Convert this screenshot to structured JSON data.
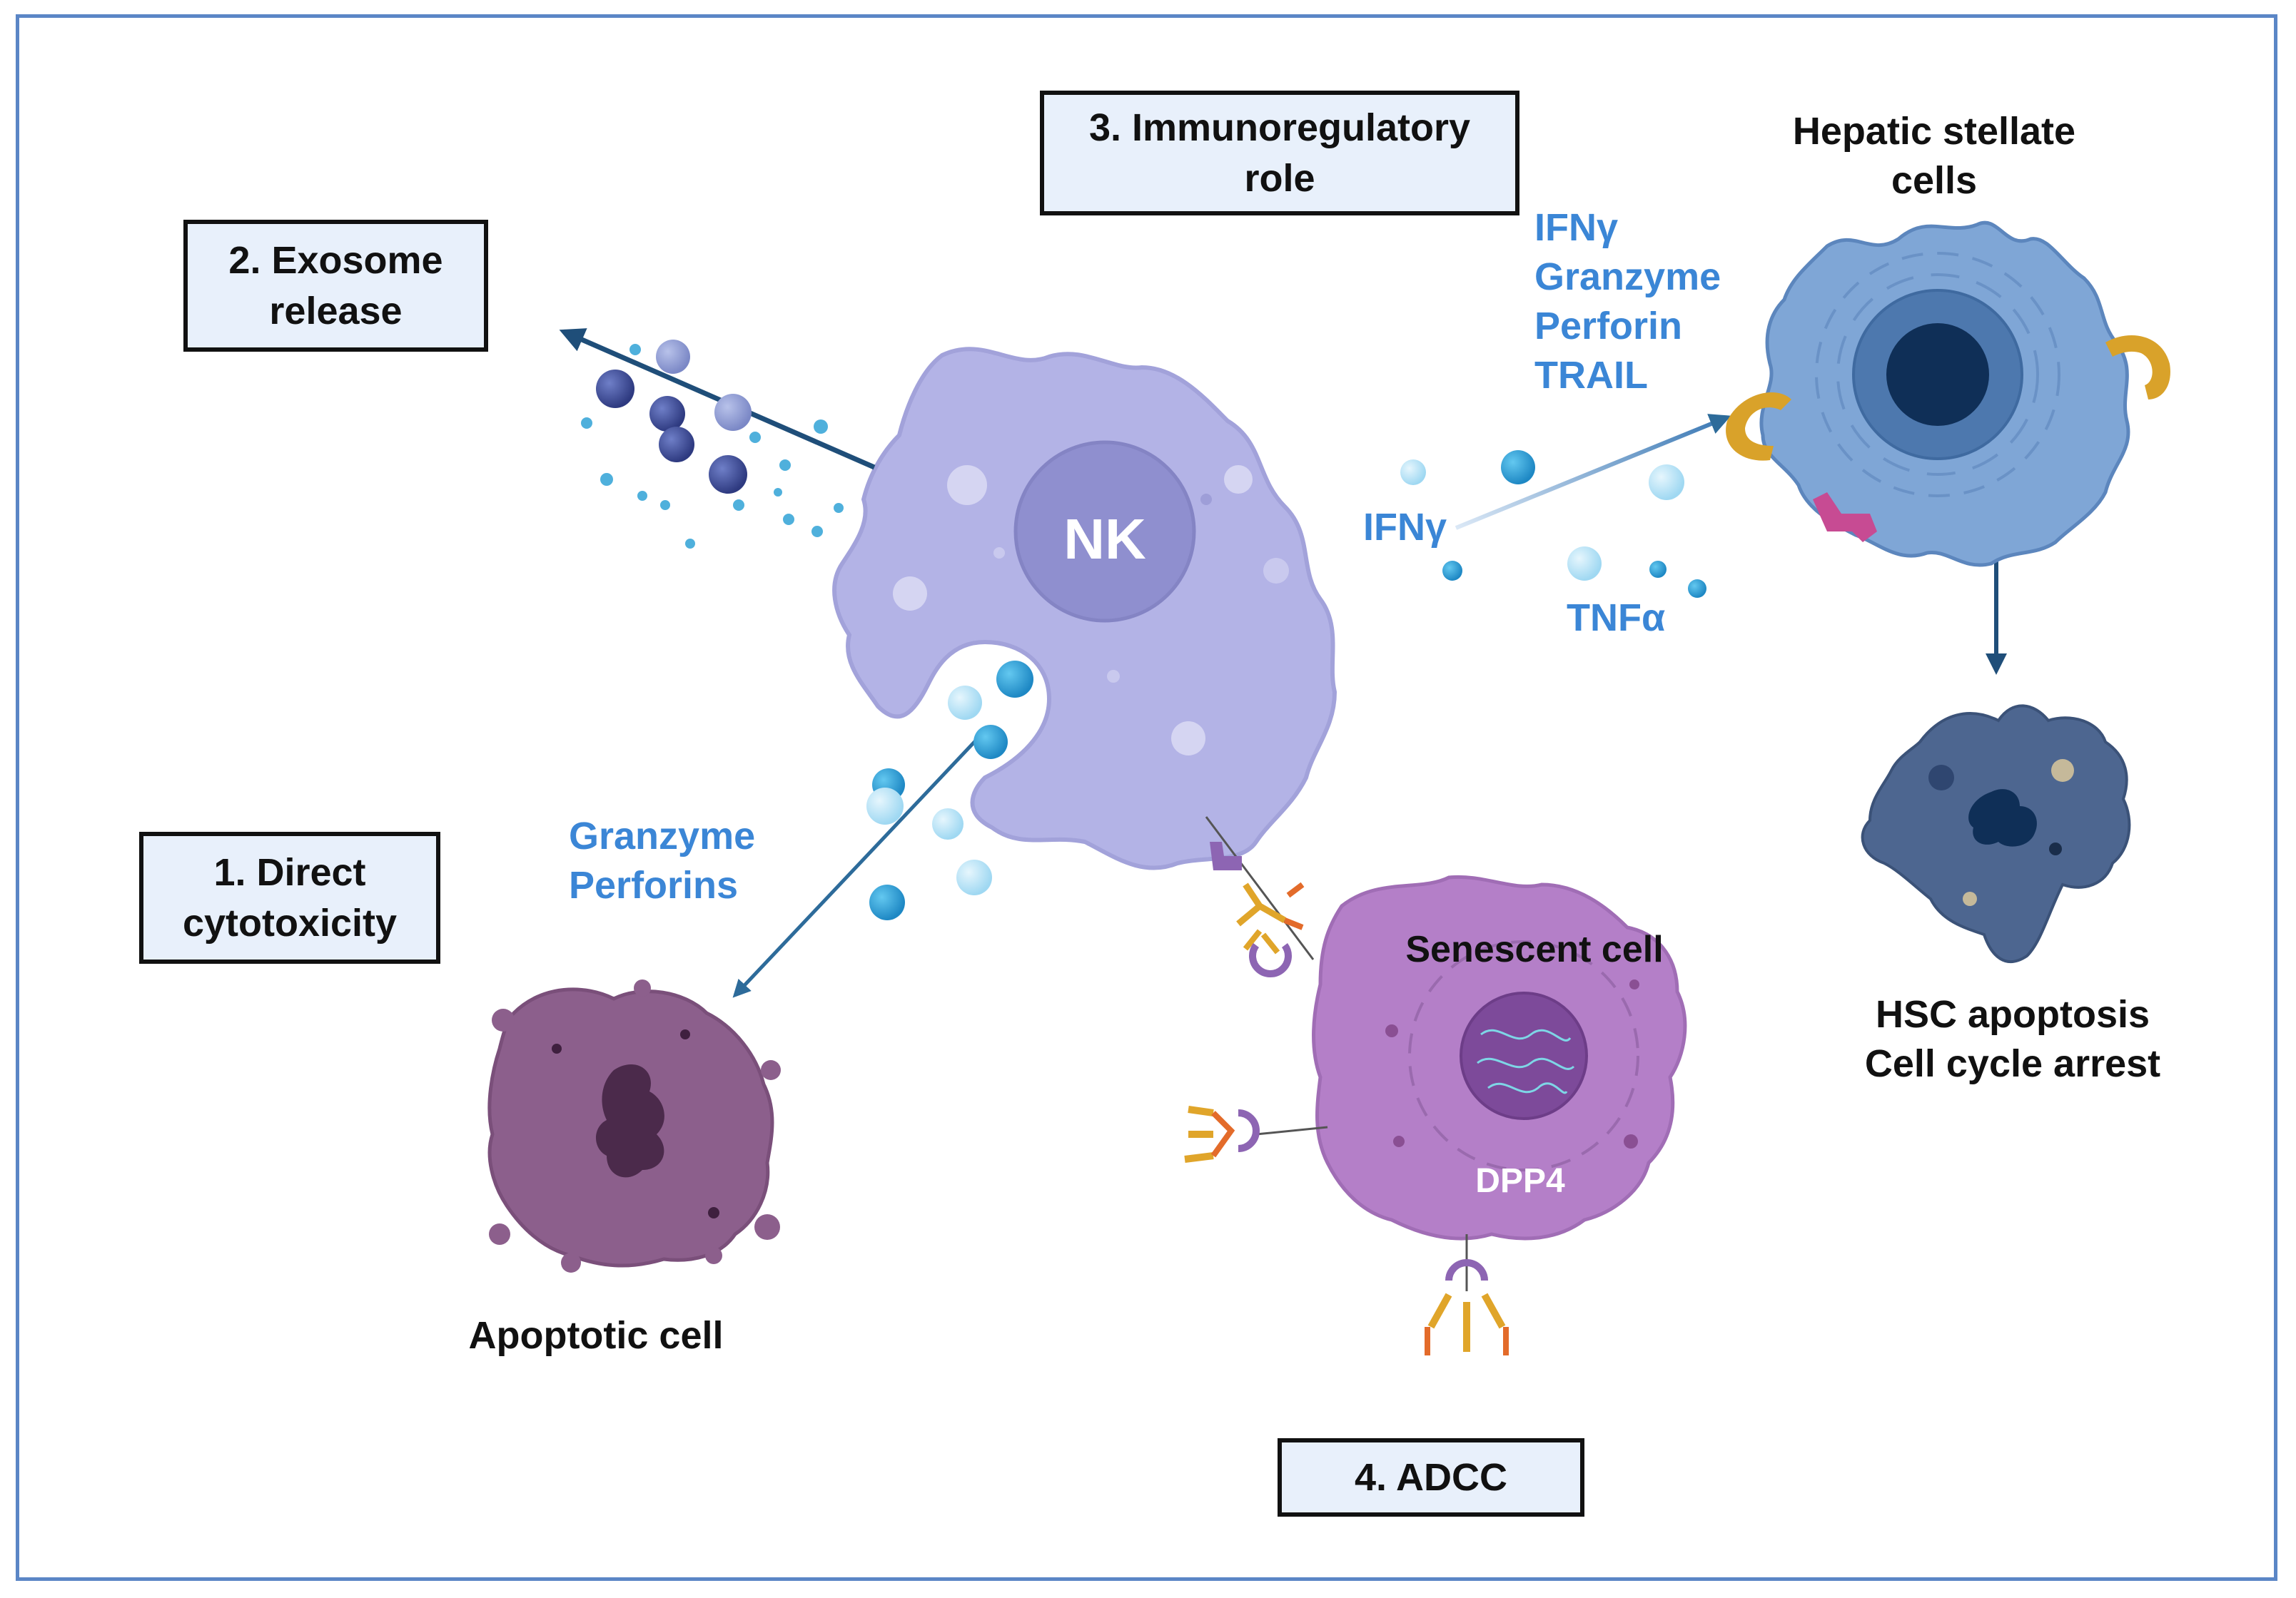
{
  "boxes": {
    "direct": "1. Direct\ncytotoxicity",
    "exosome": "2. Exosome\nrelease",
    "immuno": "3. Immunoregulatory\nrole",
    "adcc": "4. ADCC"
  },
  "cells": {
    "nk": "NK",
    "hsc": "Hepatic stellate\ncells",
    "apoptotic": "Apoptotic cell",
    "senescent": "Senescent cell",
    "dpp4": "DPP4",
    "hsc_outcome": "HSC apoptosis\nCell cycle arrest"
  },
  "molecules": {
    "granzyme_perforins": "Granzyme\nPerforins",
    "hsc_factors": "IFNγ\nGranzyme\nPerforin\nTRAIL",
    "ifng": "IFNγ",
    "tnfa": "TNFα"
  },
  "colors": {
    "nk_body": "#b3b3e6",
    "nk_nucleus": "#8f8fcf",
    "hsc_body": "#7fa6d6",
    "apoptotic": "#8c5f8c",
    "senescent": "#b47fc8",
    "arrow": "#2d6b9a",
    "text_blue": "#3b86d6"
  }
}
